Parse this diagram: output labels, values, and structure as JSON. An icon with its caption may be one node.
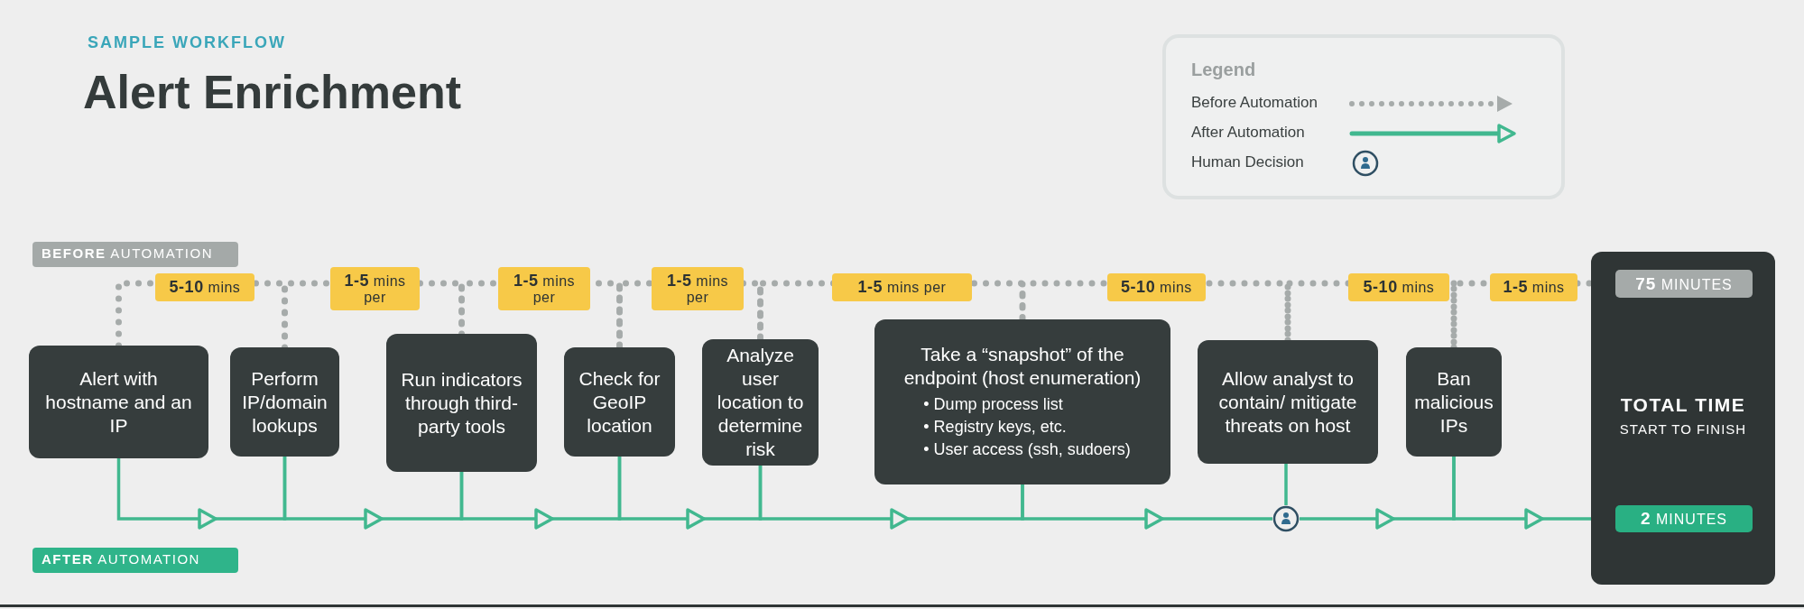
{
  "diagram": {
    "title": "Alert Enrichment",
    "nodes": [
      {
        "text": [
          "Alert with hostname and an IP"
        ]
      },
      {
        "text": [
          "Perform IP/domain lookups"
        ]
      },
      {
        "text": [
          "Run indicators through third-party tools"
        ]
      },
      {
        "text": [
          "Check for GeoIP location"
        ]
      },
      {
        "text": [
          "Analyze user location to determine risk"
        ]
      },
      {
        "text": [
          "Take a “snapshot” of the endpoint (host enumeration)",
          "• Dump process list",
          "• Registry keys, etc.",
          "• User access (ssh, sudoers)"
        ]
      },
      {
        "text": [
          "Allow analyst to contain/ mitigate threats on host"
        ]
      },
      {
        "text": [
          "Ban malicious IPs"
        ]
      },
      {
        "text": [
          "TOTAL TIME",
          "START TO FINISH"
        ]
      },
      {
        "text": [
          "**75** MINUTES"
        ],
        "in": 8
      },
      {
        "text": [
          "**2** MINUTES"
        ],
        "in": 8
      },
      {
        "text": [],
        "shape": "circle"
      }
    ],
    "edges": [
      {
        "from": 0,
        "to": 1,
        "arrow": "none",
        "label": "**5-10** mins",
        "style": "dashed",
        "color": "#a6abaa"
      },
      {
        "from": 1,
        "to": 2,
        "arrow": "none",
        "label": "**1-5** mins per",
        "style": "dashed",
        "color": "#a6abaa"
      },
      {
        "from": 2,
        "to": 3,
        "arrow": "none",
        "label": "**1-5** mins per",
        "style": "dashed",
        "color": "#a6abaa"
      },
      {
        "from": 3,
        "to": 4,
        "arrow": "none",
        "label": "**1-5** mins per",
        "style": "dashed",
        "color": "#a6abaa"
      },
      {
        "from": 4,
        "to": 5,
        "arrow": "none",
        "label": "**1-5** mins per",
        "style": "dashed",
        "color": "#a6abaa"
      },
      {
        "from": 5,
        "to": 6,
        "arrow": "none",
        "label": "**5-10** mins",
        "style": "dashed",
        "color": "#a6abaa"
      },
      {
        "from": 6,
        "to": 7,
        "arrow": "none",
        "label": "**5-10** mins",
        "style": "dashed",
        "color": "#a6abaa"
      },
      {
        "from": 7,
        "to": 9,
        "arrow": "none",
        "label": "**1-5** mins",
        "style": "dashed",
        "color": "#a6abaa"
      },
      {
        "from": 0,
        "to": 1,
        "arrow": "to"
      },
      {
        "from": 1,
        "to": 2,
        "arrow": "to"
      },
      {
        "from": 2,
        "to": 3,
        "arrow": "to"
      },
      {
        "from": 3,
        "to": 4,
        "arrow": "to"
      },
      {
        "from": 4,
        "to": 5,
        "arrow": "to"
      },
      {
        "from": 5,
        "to": 11,
        "arrow": "to"
      },
      {
        "from": 11,
        "to": 6,
        "arrow": "none"
      },
      {
        "from": 11,
        "to": 7,
        "arrow": "to"
      },
      {
        "from": 7,
        "to": 10,
        "arrow": "to"
      }
    ],
    "labels": [
      "SAMPLE WORKFLOW",
      "**BEFORE** AUTOMATION",
      "**AFTER** AUTOMATION",
      "Legend"
    ],
    "legend": [
      {
        "text": "Before Automation"
      },
      {
        "text": "After Automation"
      },
      {
        "text": "Human Decision"
      }
    ]
  }
}
